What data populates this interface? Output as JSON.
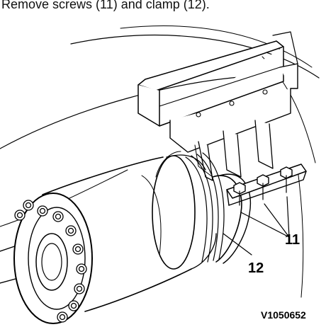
{
  "instruction": "Remove screws (11) and clamp (12).",
  "figure": {
    "callouts": {
      "screws": "11",
      "clamp": "12"
    },
    "figure_id": "V1050652"
  }
}
